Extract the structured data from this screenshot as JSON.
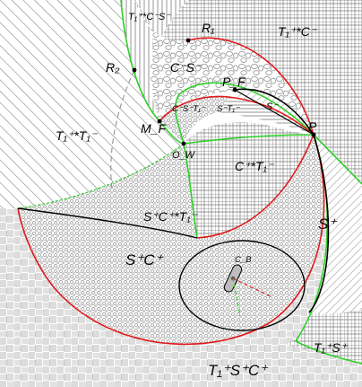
{
  "colors": {
    "red_curve": "#e0191b",
    "green_curve": "#2ecf27",
    "black_curve": "#000000",
    "region_fill_dots": "#9a9a9a",
    "region_fill_hatch": "#8a8a8a",
    "red_dash": "#e0191b",
    "green_dash": "#2ecf27"
  },
  "regions": {
    "top_left": "T₁⁺*C⁻S⁻",
    "top_right": "T₁⁺*C⁻",
    "left": "T₁⁺*T₁⁻",
    "upper_middle": "C⁻S⁻",
    "inner_left": "C⁻S⁻T₁⁻",
    "inner_right": "S⁻T₁⁻",
    "small_right": "S⁻",
    "center_right": "C⁺*T₁⁻",
    "center_left": "S⁺C⁺*T₁⁻",
    "right": "S⁺",
    "bottom_center": "S⁺C⁺",
    "bottom_right": "T₁⁺S⁺",
    "bottom": "T₁⁺S⁺C⁺"
  },
  "points": {
    "R1": "R₁",
    "R2": "R₂",
    "PF": "P_F",
    "P": "P",
    "MF": "M_F",
    "OW": "O_W"
  },
  "vehicle_label": "C_B"
}
